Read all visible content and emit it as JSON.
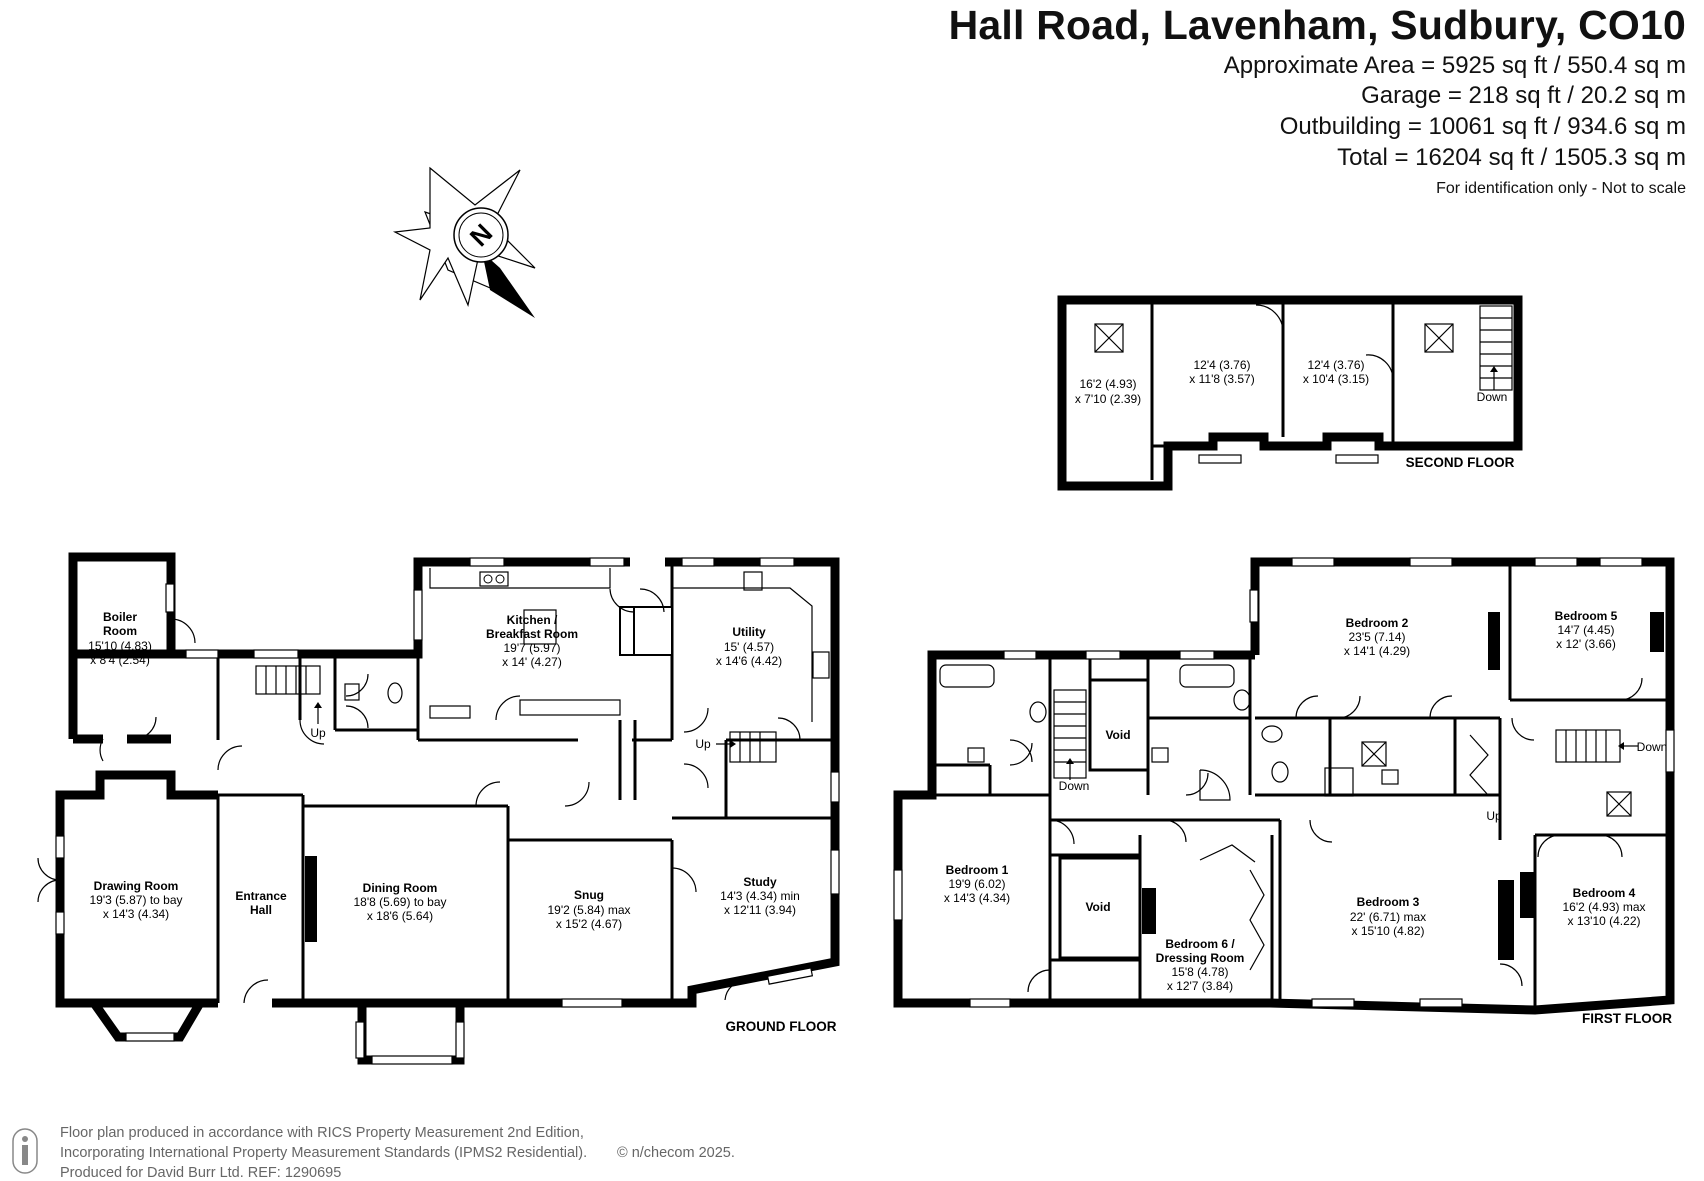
{
  "header": {
    "title": "Hall Road, Lavenham, Sudbury, CO10",
    "areas": [
      "Approximate Area = 5925 sq ft / 550.4 sq m",
      "Garage = 218 sq ft / 20.2 sq m",
      "Outbuilding = 10061 sq ft / 934.6 sq m",
      "Total = 16204 sq ft / 1505.3 sq m"
    ],
    "note": "For identification only - Not to scale"
  },
  "compass": {
    "letter": "N",
    "icon": "compass-north-icon"
  },
  "floors": {
    "ground": "GROUND FLOOR",
    "first": "FIRST FLOOR",
    "second": "SECOND FLOOR"
  },
  "rooms": {
    "boiler": [
      "Boiler",
      "Room",
      "15'10 (4.83)",
      "x 8'4 (2.54)"
    ],
    "kitchen": [
      "Kitchen /",
      "Breakfast Room",
      "19'7 (5.97)",
      "x 14' (4.27)"
    ],
    "utility": [
      "Utility",
      "15' (4.57)",
      "x 14'6 (4.42)"
    ],
    "drawing": [
      "Drawing Room",
      "19'3 (5.87) to bay",
      "x 14'3 (4.34)"
    ],
    "entrance": [
      "Entrance",
      "Hall"
    ],
    "dining": [
      "Dining Room",
      "18'8 (5.69) to bay",
      "x 18'6 (5.64)"
    ],
    "snug": [
      "Snug",
      "19'2 (5.84) max",
      "x 15'2 (4.67)"
    ],
    "study": [
      "Study",
      "14'3 (4.34) min",
      "x 12'11 (3.94)"
    ],
    "bed1": [
      "Bedroom 1",
      "19'9 (6.02)",
      "x 14'3 (4.34)"
    ],
    "bed2": [
      "Bedroom 2",
      "23'5 (7.14)",
      "x 14'1 (4.29)"
    ],
    "bed3": [
      "Bedroom 3",
      "22' (6.71) max",
      "x 15'10 (4.82)"
    ],
    "bed4": [
      "Bedroom 4",
      "16'2 (4.93) max",
      "x 13'10 (4.22)"
    ],
    "bed5": [
      "Bedroom 5",
      "14'7 (4.45)",
      "x 12' (3.66)"
    ],
    "bed6": [
      "Bedroom 6 /",
      "Dressing Room",
      "15'8 (4.78)",
      "x 12'7 (3.84)"
    ],
    "void1": "Void",
    "void2": "Void",
    "sf1": [
      "16'2 (4.93)",
      "x 7'10 (2.39)"
    ],
    "sf2": [
      "12'4 (3.76)",
      "x 11'8 (3.57)"
    ],
    "sf3": [
      "12'4 (3.76)",
      "x 10'4 (3.15)"
    ]
  },
  "stairs": {
    "gf_up1": "Up",
    "gf_up2": "Up",
    "ff_down1": "Down",
    "ff_down2": "Down",
    "ff_up": "Up",
    "sf_down": "Down"
  },
  "footer": {
    "line1": "Floor plan produced in accordance with RICS Property Measurement 2nd Edition,",
    "line2": "Incorporating International Property Measurement Standards (IPMS2 Residential).",
    "copyright": "© n/checom 2025.",
    "line3": "Produced for David Burr Ltd.   REF: 1290695"
  }
}
